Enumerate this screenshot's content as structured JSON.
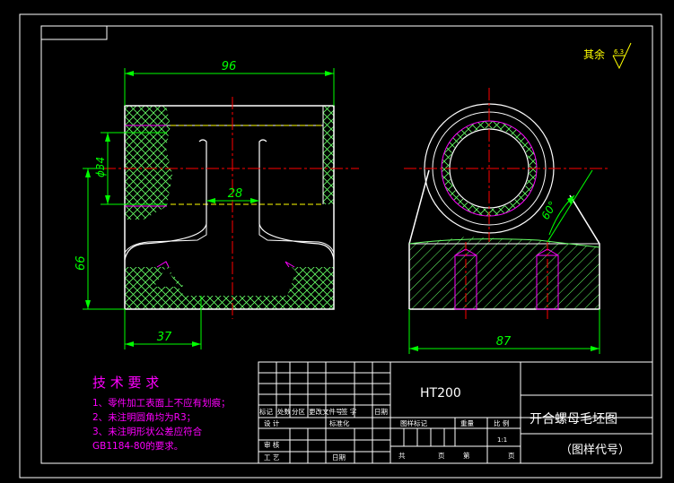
{
  "dimensions": {
    "width_96": "96",
    "dia_34": "ϕ34",
    "width_28": "28",
    "height_66": "66",
    "bottom_37": "37",
    "width_87": "87",
    "angle_60": "60°"
  },
  "roughness": {
    "label": "其余",
    "value": "6.3"
  },
  "tech_requirements": {
    "title": "技 术 要 求",
    "items": [
      "1、零件加工表面上不应有划痕；",
      "2、未注明圆角均为R3；",
      "3、未注明形状公差应符合",
      "GB1184-80的要求。"
    ]
  },
  "title_block": {
    "material": "HT200",
    "part_name": "开合螺母毛坯图",
    "drawing_no": "（图样代号）",
    "scale": "1:1",
    "headers": {
      "mark": "标记",
      "count": "处数",
      "zone": "分区",
      "change_doc": "更改文件号",
      "sign": "签 字",
      "date": "日期",
      "design": "设 计",
      "standardize": "标准化",
      "review": "审 核",
      "process": "工 艺",
      "date2": "日期",
      "stage_mark": "图样标记",
      "weight": "重量",
      "ratio": "比 例",
      "total": "共",
      "sheet_unit": "页",
      "nth": "第",
      "sheet_unit2": "页"
    }
  },
  "colors": {
    "outline": "#ffffff",
    "dimension": "#00ff00",
    "center": "#ff0000",
    "hidden": "#ffff00",
    "magenta": "#ff00ff",
    "hatch": "#66ff66"
  }
}
